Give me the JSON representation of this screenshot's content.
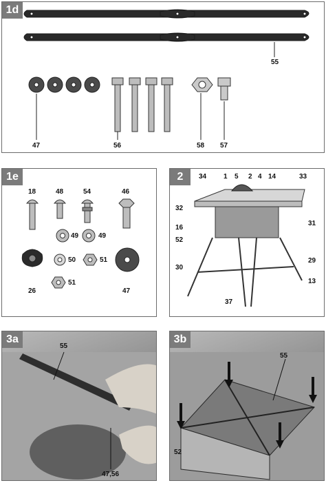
{
  "panels": {
    "p1d": {
      "tag": "1d",
      "labels": {
        "l55": "55",
        "l47": "47",
        "l56": "56",
        "l58": "58",
        "l57": "57"
      }
    },
    "p1e": {
      "tag": "1e",
      "labels": {
        "l18": "18",
        "l48": "48",
        "l54": "54",
        "l46": "46",
        "l49a": "49",
        "l49b": "49",
        "l26": "26",
        "l50": "50",
        "l51a": "51",
        "l51b": "51",
        "l47": "47"
      }
    },
    "p2": {
      "tag": "2",
      "labels": {
        "l34": "34",
        "l1": "1",
        "l5": "5",
        "l2": "2",
        "l4": "4",
        "l14": "14",
        "l33": "33",
        "l32": "32",
        "l16": "16",
        "l52": "52",
        "l31": "31",
        "l30": "30",
        "l29": "29",
        "l13": "13",
        "l37": "37"
      }
    },
    "p3a": {
      "tag": "3a",
      "labels": {
        "l55": "55",
        "l4756": "47,56"
      }
    },
    "p3b": {
      "tag": "3b",
      "labels": {
        "l55": "55",
        "l52": "52"
      }
    }
  }
}
